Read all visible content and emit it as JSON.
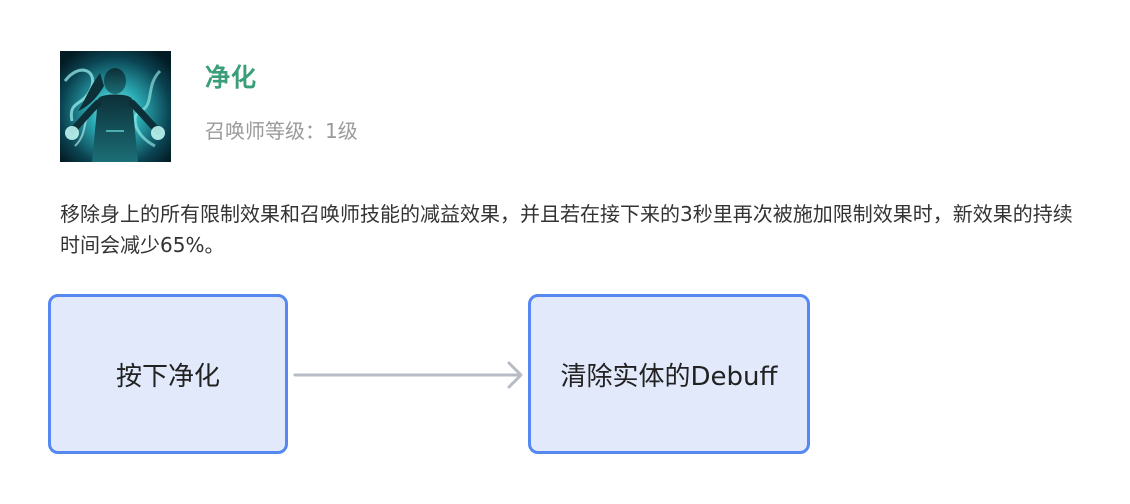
{
  "spell": {
    "name": "净化",
    "level": "召唤师等级：1级",
    "icon": "cleanse-spell-icon",
    "description": "移除身上的所有限制效果和召唤师技能的减益效果，并且若在接下来的3秒里再次被施加限制效果时，新效果的持续时间会减少65%。"
  },
  "flow": {
    "nodes": [
      {
        "id": "press",
        "label": "按下净化"
      },
      {
        "id": "clear",
        "label": "清除实体的Debuff"
      }
    ],
    "edges": [
      {
        "from": "press",
        "to": "clear"
      }
    ]
  },
  "colors": {
    "name_green": "#3a9e78",
    "node_fill": "#e1e9fb",
    "node_border": "#5588f0",
    "arrow_gray": "#b8bcc4"
  }
}
